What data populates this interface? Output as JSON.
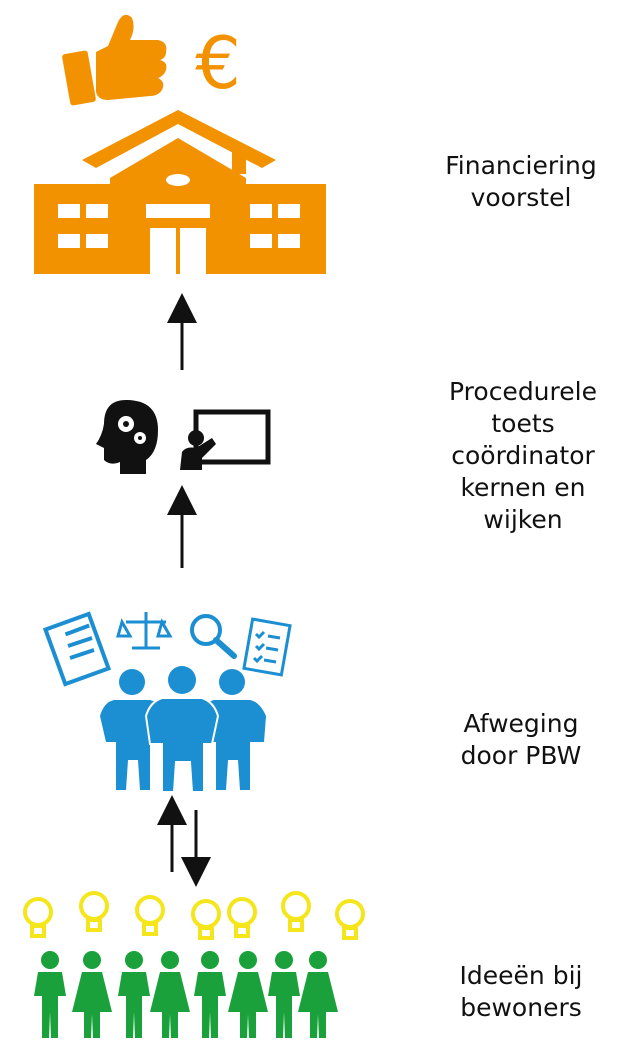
{
  "stages": [
    {
      "id": "funding",
      "label_lines": [
        "Financiering",
        "voorstel"
      ],
      "icons": [
        "thumbs-up-icon",
        "euro-icon",
        "town-hall-icon"
      ],
      "color": "#f39200"
    },
    {
      "id": "procedural",
      "label_lines": [
        "Procedurele",
        "toets",
        "coördinator",
        "kernen en",
        "wijken"
      ],
      "icons": [
        "brain-gears-icon",
        "presenter-board-icon"
      ],
      "color": "#111111"
    },
    {
      "id": "assessment",
      "label_lines": [
        "Afweging",
        "door PBW"
      ],
      "icons": [
        "document-icon",
        "scales-icon",
        "magnifier-icon",
        "checklist-icon",
        "people-group-icon"
      ],
      "color": "#1b8fd2"
    },
    {
      "id": "ideas",
      "label_lines": [
        "Ideeën bij",
        "bewoners"
      ],
      "icons": [
        "lightbulb-icon",
        "residents-group-icon"
      ],
      "color": "#1aa13b",
      "bulb_color": "#f5e51b"
    }
  ],
  "icons": {
    "euro_symbol": "€"
  }
}
